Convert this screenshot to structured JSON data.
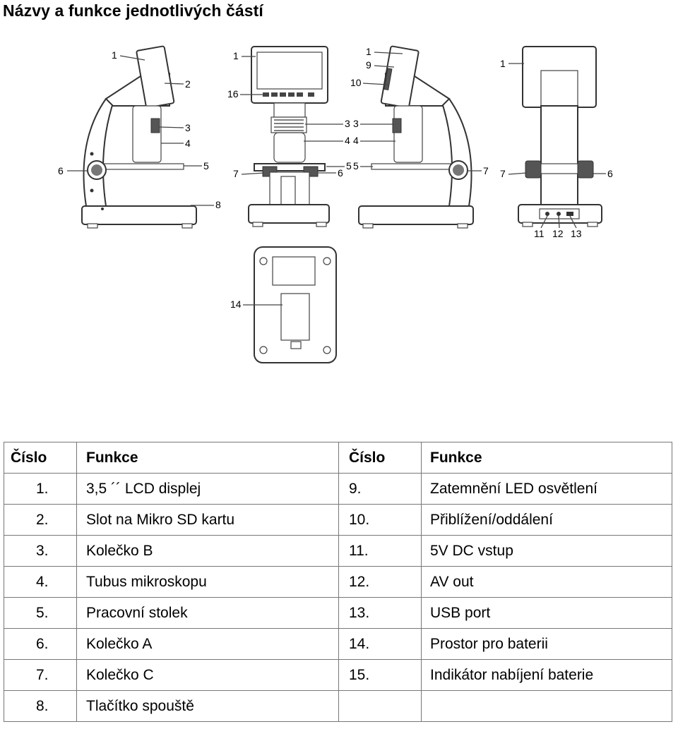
{
  "title": "Názvy a funkce jednotlivých částí",
  "diagram_callouts": {
    "view1": [
      "1",
      "2",
      "3",
      "4",
      "6",
      "5",
      "8"
    ],
    "view2": [
      "1",
      "16",
      "3",
      "4",
      "7",
      "6",
      "5"
    ],
    "view3": [
      "1",
      "9",
      "10",
      "3",
      "4",
      "5",
      "7"
    ],
    "view4": [
      "1",
      "7",
      "6",
      "11",
      "12",
      "13"
    ],
    "view5": [
      "14"
    ]
  },
  "table": {
    "headers": [
      "Číslo",
      "Funkce",
      "Číslo",
      "Funkce"
    ],
    "rows": [
      [
        "1.",
        "3,5 ´´ LCD displej",
        "9.",
        "Zatemnění LED osvětlení"
      ],
      [
        "2.",
        "Slot na Mikro SD kartu",
        "10.",
        "Přiblížení/oddálení"
      ],
      [
        "3.",
        "Kolečko B",
        "11.",
        "5V DC vstup"
      ],
      [
        "4.",
        "Tubus mikroskopu",
        "12.",
        "AV out"
      ],
      [
        "5.",
        "Pracovní stolek",
        "13.",
        "USB port"
      ],
      [
        "6.",
        "Kolečko A",
        "14.",
        "Prostor pro baterii"
      ],
      [
        "7.",
        "Kolečko C",
        "15.",
        "Indikátor nabíjení baterie"
      ],
      [
        "8.",
        "Tlačítko spouště",
        "",
        ""
      ]
    ]
  }
}
